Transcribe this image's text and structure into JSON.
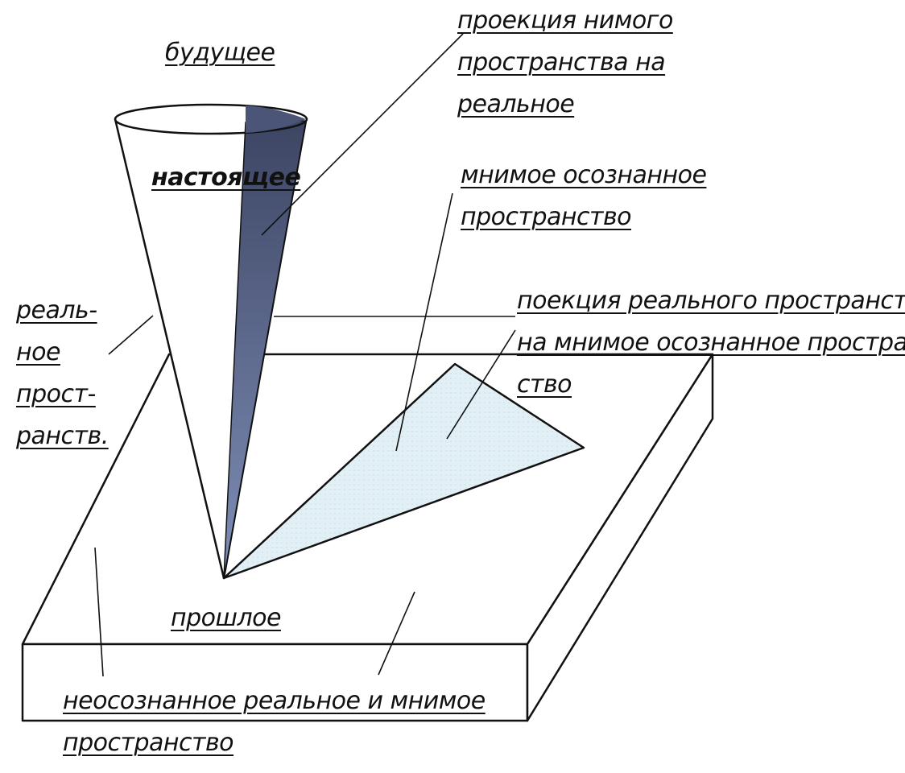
{
  "labels": {
    "future": "будущее",
    "present": "настоящее",
    "past": "прошлое",
    "imaginary_projection": [
      "проекция нимого",
      "пространства на",
      "реальное"
    ],
    "imaginary_conscious_space": [
      "мнимое осознанное",
      "пространство"
    ],
    "real_projection": [
      "поекция реального пространства",
      "на мнимое осознанное простран-",
      "ство"
    ],
    "real_space": [
      "реаль-",
      "ное",
      "прост-",
      "ранств."
    ],
    "unconscious_space": [
      "неосознанное реальное и мнимое",
      "пространство"
    ]
  },
  "colors": {
    "cone_shade": "#4a5578",
    "triangle_fill": "#dfeef5",
    "ink": "#111111"
  }
}
